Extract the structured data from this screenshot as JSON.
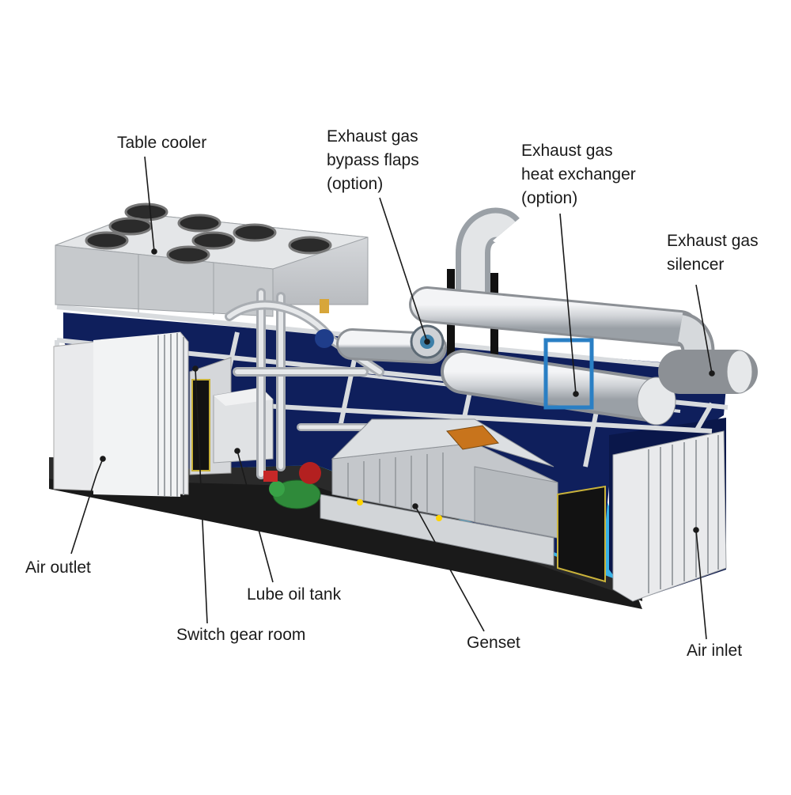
{
  "labels": {
    "table_cooler": "Table cooler",
    "bypass_flaps": [
      "Exhaust gas",
      "bypass flaps",
      "(option)"
    ],
    "heat_exchanger": [
      "Exhaust gas",
      "heat exchanger",
      "(option)"
    ],
    "silencer": [
      "Exhaust gas",
      "silencer"
    ],
    "air_outlet": "Air outlet",
    "lube_oil_tank": "Lube oil tank",
    "switch_gear_room": "Switch gear room",
    "genset": "Genset",
    "air_inlet": "Air inlet"
  },
  "colors": {
    "interior_navy": "#0f1f5c",
    "floor_blue": "#39b3e6",
    "steel": "#cfd2d6",
    "pump_green": "#2f8a3a",
    "valve_red": "#b32020",
    "accent_orange": "#c8741c",
    "frame_blue": "#2a7fc4"
  }
}
